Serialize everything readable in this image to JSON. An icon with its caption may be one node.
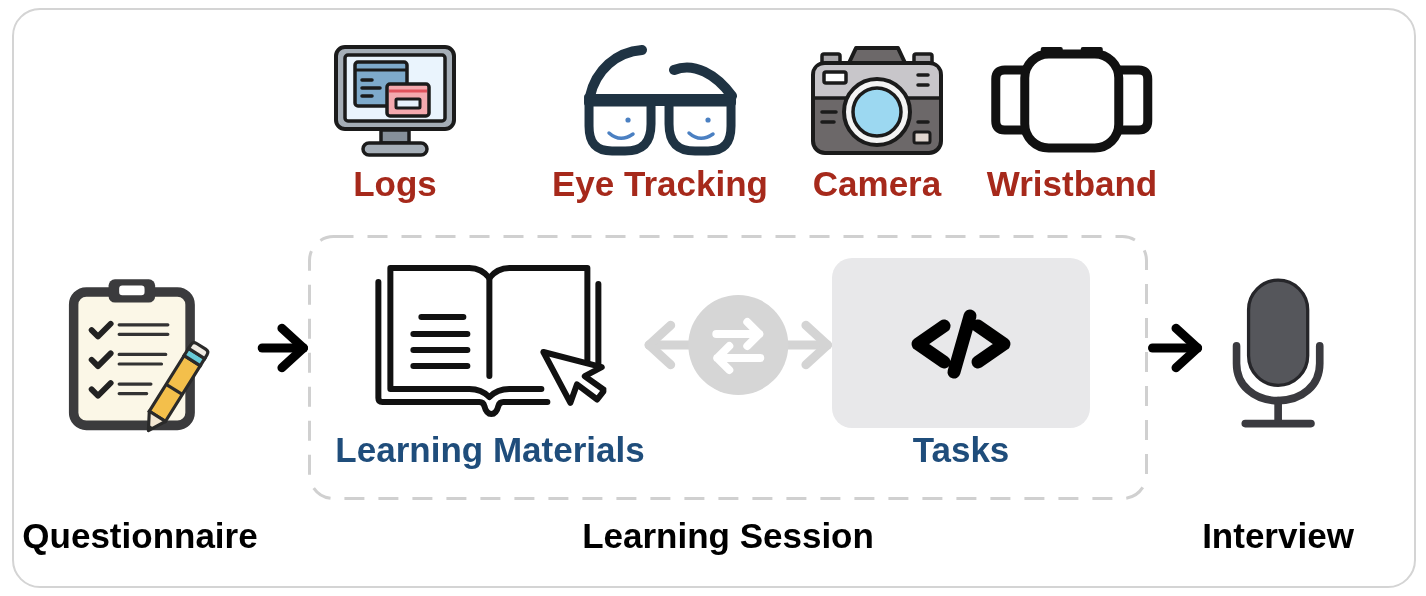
{
  "diagram": {
    "nodes": [
      {
        "text": [
          "Logs"
        ]
      },
      {
        "text": [
          "Eye Tracking"
        ]
      },
      {
        "text": [
          "Camera"
        ]
      },
      {
        "text": [
          "Wristband"
        ]
      },
      {
        "text": [
          "Questionnaire"
        ]
      },
      {
        "text": [
          "Learning Session"
        ]
      },
      {
        "text": [
          "Learning Materials"
        ],
        "in": 5
      },
      {
        "text": [
          "Tasks"
        ],
        "in": 5
      },
      {
        "text": [
          "Interview"
        ]
      }
    ],
    "edges": [
      {
        "from": 4,
        "to": 5,
        "arrow": "to"
      },
      {
        "from": 6,
        "to": 7,
        "arrow": "both",
        "color": "#d4d4d4"
      },
      {
        "from": 5,
        "to": 8,
        "arrow": "to"
      }
    ]
  }
}
